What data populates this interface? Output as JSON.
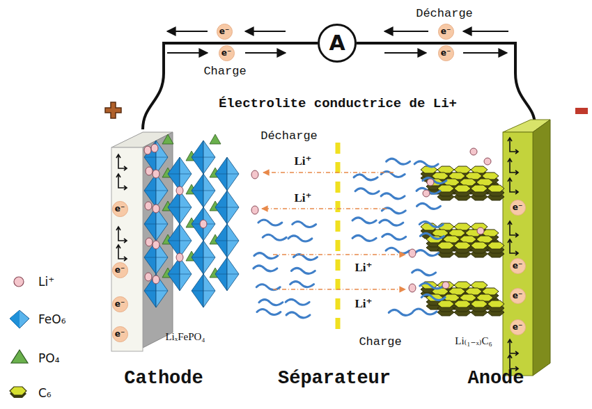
{
  "diagram": {
    "nodes": [
      {
        "text": [
          "A"
        ]
      },
      {
        "text": [
          "e⁻"
        ]
      },
      {
        "text": [
          "e⁻"
        ]
      },
      {
        "text": [
          "e⁻"
        ]
      },
      {
        "text": [
          "e⁻"
        ]
      },
      {
        "text": [
          "e⁻"
        ]
      },
      {
        "text": [
          "e⁻"
        ]
      },
      {
        "text": [
          "e⁻"
        ]
      },
      {
        "text": [
          "e⁻"
        ]
      },
      {
        "text": [
          "e⁻"
        ]
      },
      {
        "text": [
          "e⁻"
        ]
      },
      {
        "text": [
          "e⁻"
        ]
      },
      {
        "text": [
          "e⁻"
        ]
      }
    ],
    "labels": [
      "Décharge",
      "Charge",
      "Électrolite conductrice de Li+",
      "Décharge",
      "Li⁺",
      "Li⁺",
      "Li⁺",
      "Li⁺",
      "Charge",
      "LiₓFePO₄",
      "Li₍₁₋ₓ₎C₆",
      "Cathode",
      "Séparateur",
      "Anode"
    ],
    "legend": [
      {
        "text": "Li⁺"
      },
      {
        "text": "FeO₆"
      },
      {
        "text": "PO₄"
      },
      {
        "text": "C₆"
      }
    ]
  }
}
